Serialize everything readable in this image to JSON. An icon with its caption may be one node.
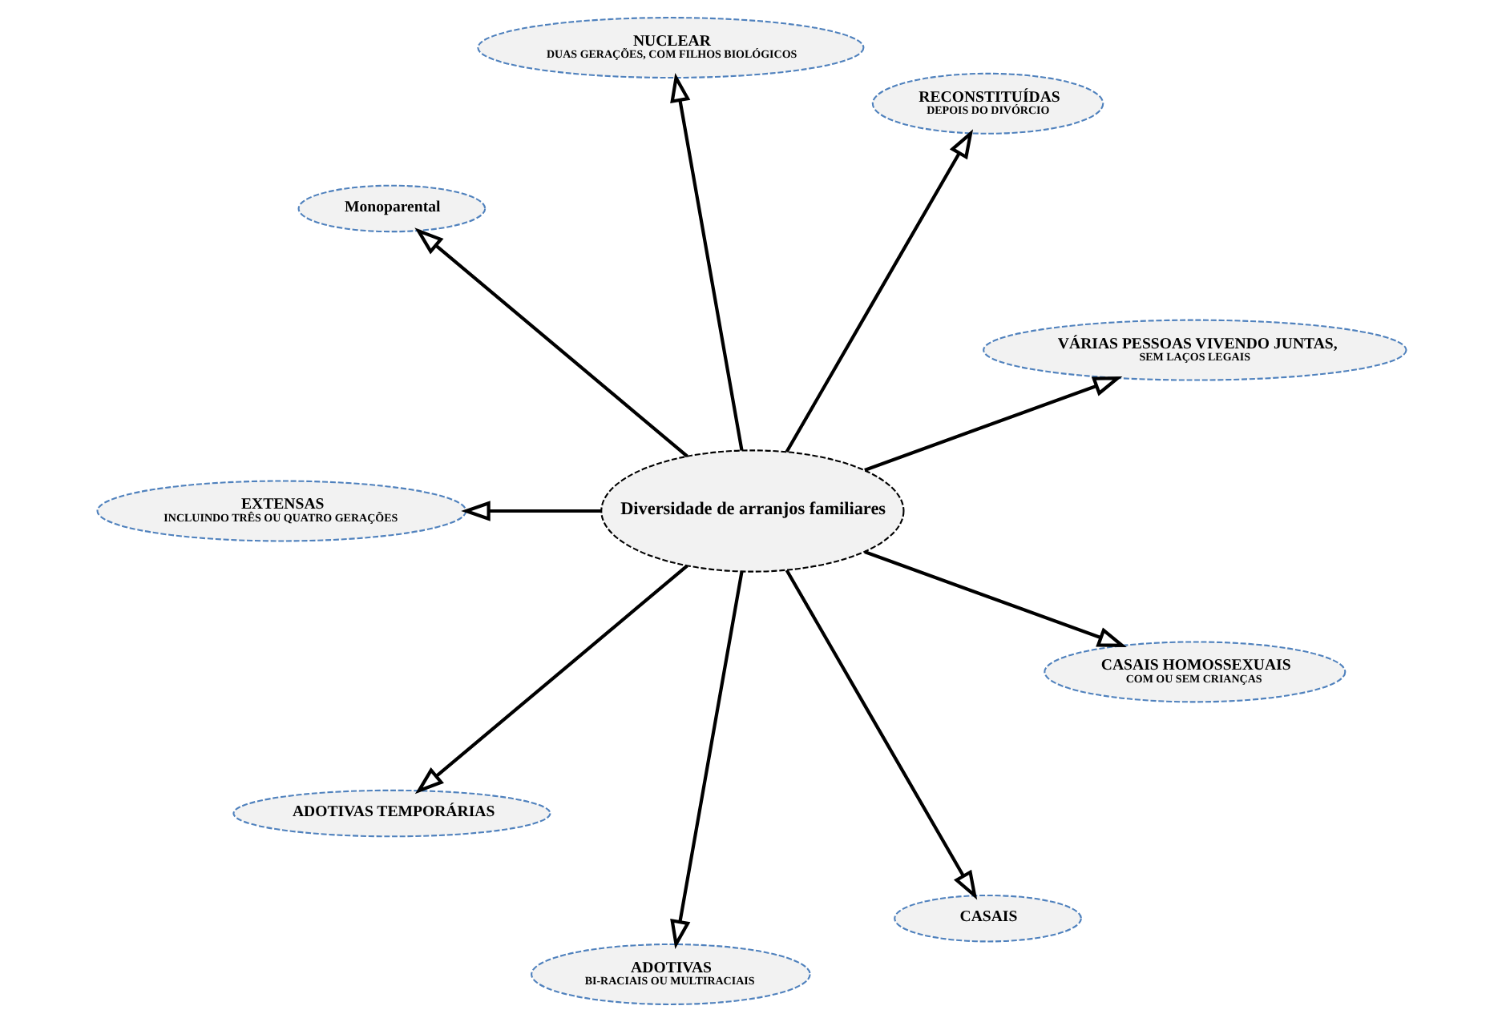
{
  "diagram": {
    "nodes": [
      {
        "text": [
          "Diversidade de arranjos familiares"
        ]
      },
      {
        "text": [
          "VÁRIAS PESSOAS VIVENDO JUNTAS,",
          "SEM LAÇOS LEGAIS"
        ]
      },
      {
        "text": [
          "RECONSTITUÍDAS",
          "DEPOIS DO DIVÓRCIO"
        ]
      },
      {
        "text": [
          "NUCLEAR",
          "DUAS GERAÇÕES, COM FILHOS BIOLÓGICOS"
        ]
      },
      {
        "text": [
          "Monoparental"
        ]
      },
      {
        "text": [
          "EXTENSAS",
          "INCLUINDO TRÊS OU QUATRO GERAÇÕES"
        ]
      },
      {
        "text": [
          "ADOTIVAS TEMPORÁRIAS"
        ]
      },
      {
        "text": [
          "ADOTIVAS",
          "BI-RACIAIS OU MULTIRACIAIS"
        ]
      },
      {
        "text": [
          "CASAIS"
        ]
      },
      {
        "text": [
          "CASAIS HOMOSSEXUAIS",
          "COM OU SEM CRIANÇAS"
        ]
      }
    ],
    "edges": [
      {
        "from": 0,
        "to": 1,
        "arrow": "to"
      },
      {
        "from": 0,
        "to": 2,
        "arrow": "to"
      },
      {
        "from": 0,
        "to": 3,
        "arrow": "to"
      },
      {
        "from": 0,
        "to": 4,
        "arrow": "to"
      },
      {
        "from": 0,
        "to": 5,
        "arrow": "to"
      },
      {
        "from": 0,
        "to": 6,
        "arrow": "to"
      },
      {
        "from": 0,
        "to": 7,
        "arrow": "to"
      },
      {
        "from": 0,
        "to": 8,
        "arrow": "to"
      },
      {
        "from": 0,
        "to": 9,
        "arrow": "to"
      }
    ]
  }
}
